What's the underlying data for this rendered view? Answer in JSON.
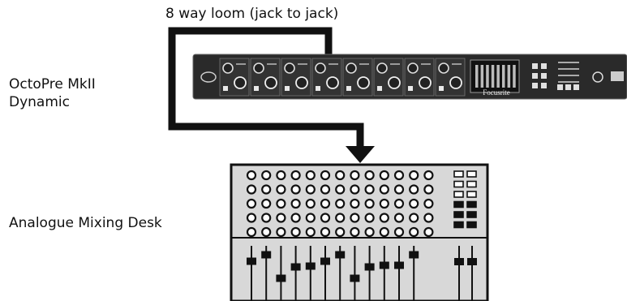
{
  "labels": {
    "loom": "8 way loom (jack to jack)",
    "device_line1": "OctoPre MkII",
    "device_line2": "Dynamic",
    "desk": "Analogue Mixing Desk"
  },
  "device": {
    "brand": "Focusrite"
  }
}
